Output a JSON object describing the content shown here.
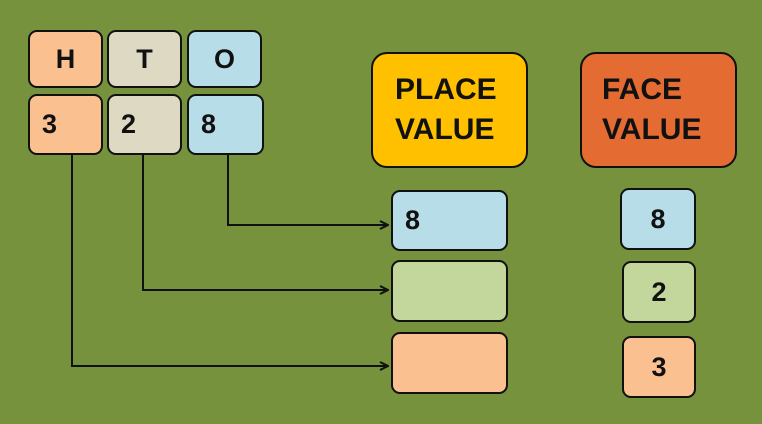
{
  "table": {
    "headers": [
      "H",
      "T",
      "O"
    ],
    "digits": [
      "3",
      "2",
      "8"
    ]
  },
  "place_value": {
    "title_line1": "PLACE",
    "title_line2": "VALUE",
    "values": [
      "8",
      "",
      ""
    ]
  },
  "face_value": {
    "title_line1": "FACE",
    "title_line2": "VALUE",
    "values": [
      "8",
      "2",
      "3"
    ]
  },
  "colors": {
    "background": "#76923c",
    "hundreds": "#fac090",
    "tens": "#ddd9c3",
    "ones": "#b7dde8",
    "tens_result": "#c3d69b",
    "place_header": "#ffc000",
    "face_header": "#e46c33"
  }
}
